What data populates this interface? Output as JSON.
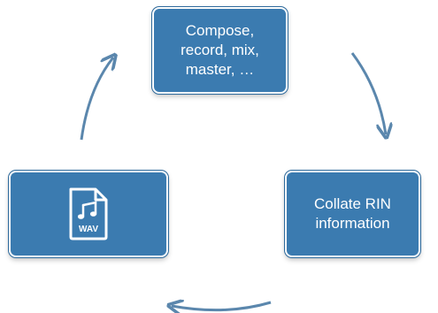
{
  "diagram": {
    "steps": [
      {
        "id": "compose",
        "label": "Compose,\nrecord, mix,\nmaster, …"
      },
      {
        "id": "collate",
        "label": "Collate RIN\ninformation"
      },
      {
        "id": "export",
        "icon": "wav-file-icon",
        "icon_text": "WAV"
      }
    ],
    "colors": {
      "box_fill": "#3b7bb0",
      "box_border": "#ffffff",
      "arrow": "#5b87ad"
    }
  }
}
